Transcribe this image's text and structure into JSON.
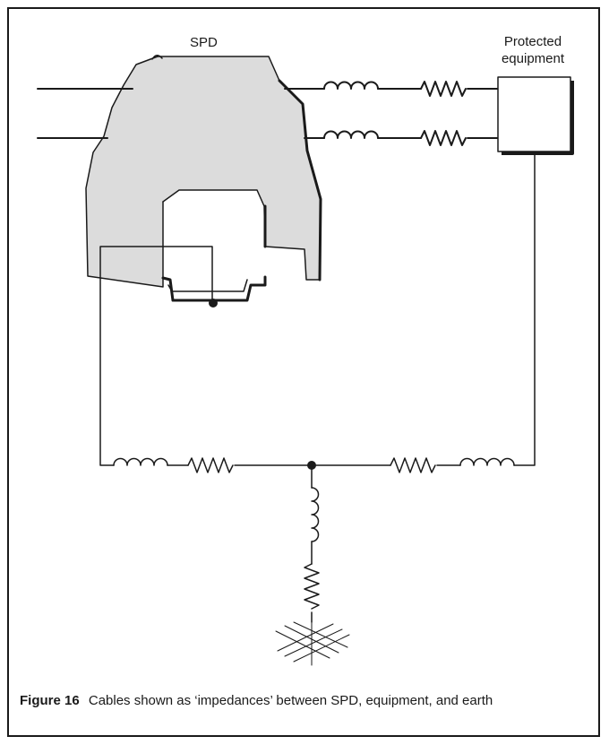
{
  "labels": {
    "spd": "SPD",
    "protected_line1": "Protected",
    "protected_line2": "equipment"
  },
  "caption": {
    "figure": "Figure 16",
    "text": "Cables shown as ‘impedances’ between SPD, equipment, and earth"
  },
  "colors": {
    "spd_fill": "#dcdcdc",
    "line": "#1a1a1a"
  }
}
